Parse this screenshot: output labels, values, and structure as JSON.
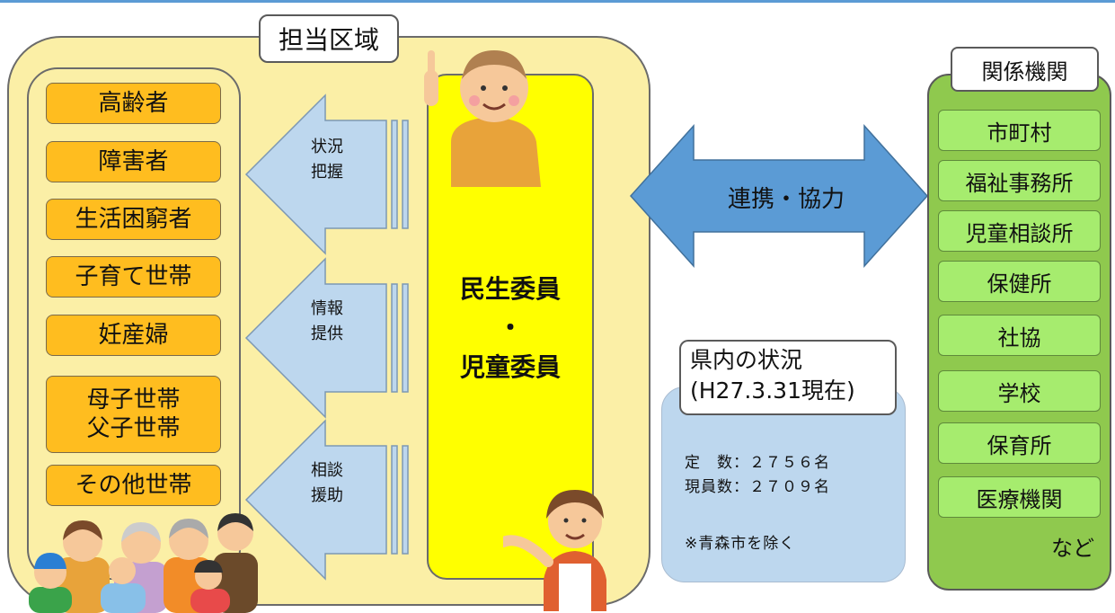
{
  "area": {
    "title": "担当区域"
  },
  "targets": [
    "高齢者",
    "障害者",
    "生活困窮者",
    "子育て世帯",
    "妊産婦",
    "母子世帯\n父子世帯",
    "その他世帯"
  ],
  "actions": [
    "状況\n把握",
    "情報\n提供",
    "相談\n援助"
  ],
  "center": {
    "label": "民生委員\n・\n児童委員"
  },
  "link": {
    "label": "連携・協力"
  },
  "prefecture": {
    "title_line1": "県内の状況",
    "title_line2": "(H27.3.31現在)",
    "quota": "定　数：２７５６名",
    "current": "現員数：２７０９名",
    "note": "※青森市を除く"
  },
  "agencies": {
    "title": "関係機関",
    "items": [
      "市町村",
      "福祉事務所",
      "児童相談所",
      "保健所",
      "社協",
      "学校",
      "保育所",
      "医療機関"
    ],
    "etc": "など"
  },
  "colors": {
    "area_bg": "#fbefa6",
    "target_bg": "#ffbd1f",
    "center_bg": "#ffff00",
    "arrow": "#bdd7ee",
    "big_arrow": "#5b9bd5",
    "agency_col": "#8fc94e",
    "agency_item": "#a6ec6e",
    "pref_bg": "#bdd7ee"
  }
}
